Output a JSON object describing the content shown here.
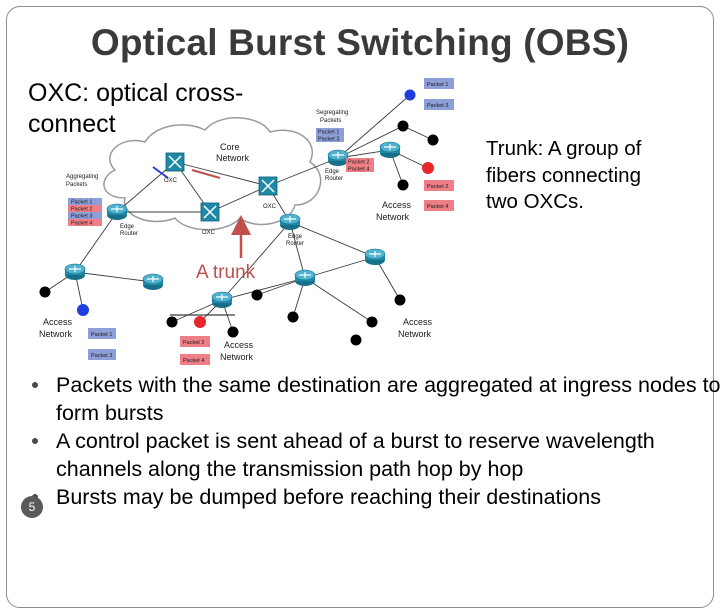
{
  "title": "Optical Burst Switching (OBS)",
  "oxc_caption": {
    "line1": "OXC: optical cross-",
    "line2": "connect"
  },
  "trunk_caption": {
    "line1": "Trunk: A group of",
    "line2": "fibers connecting",
    "line3": "two OXCs."
  },
  "diagram": {
    "trunk_label": "A trunk",
    "core_network": {
      "line1": "Core",
      "line2": "Network"
    },
    "oxc_label": "OXC",
    "aggregating_packets": {
      "line1": "Aggregating",
      "line2": "Packets"
    },
    "segregating_packets": {
      "line1": "Segregating",
      "line2": "Packets"
    },
    "edge_router": {
      "line1": "Edge",
      "line2": "Router"
    },
    "access_network": {
      "line1": "Access",
      "line2": "Network"
    },
    "packets": {
      "p1": "Packet 1",
      "p2": "Packet 2",
      "p3": "Packet 3",
      "p4": "Packet 4"
    },
    "colors": {
      "packet_blue": "#8e9ed8",
      "packet_red": "#ee7f86",
      "router_teal": "#1f8aa8",
      "cloud_stroke": "#9a9a9a",
      "trunk_arrow": "#c0504d",
      "node_black": "#000000",
      "node_red": "#e8262b",
      "node_blue": "#1f3ee0"
    }
  },
  "bullets": [
    "Packets with the same destination are aggregated at ingress nodes to form bursts",
    "A control packet is sent ahead of a burst to reserve wavelength channels along the transmission path hop by hop",
    "Bursts may be dumped before reaching their destinations"
  ],
  "page_number": "5"
}
